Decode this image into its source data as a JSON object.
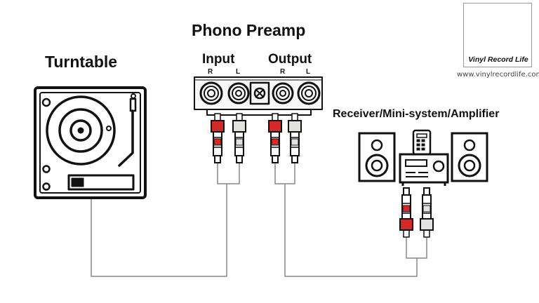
{
  "labels": {
    "turntable": "Turntable",
    "preamp": "Phono Preamp",
    "input": "Input",
    "output": "Output",
    "receiver": "Receiver/Mini-system/Amplifier",
    "in_r": "R",
    "in_l": "L",
    "out_r": "R",
    "out_l": "L"
  },
  "logo": {
    "text": "Vinyl Record Life",
    "website": "www.vinylrecordlife.com"
  },
  "colors": {
    "right_channel": "#d42a2a",
    "left_channel": "#e2e2dc",
    "line": "#111111",
    "wire": "#888888"
  },
  "icons": [
    "turntable-icon",
    "phono-preamp-icon",
    "speaker-icon",
    "amplifier-icon",
    "remote-icon",
    "rca-plug-icon",
    "vinyl-logo-icon"
  ]
}
